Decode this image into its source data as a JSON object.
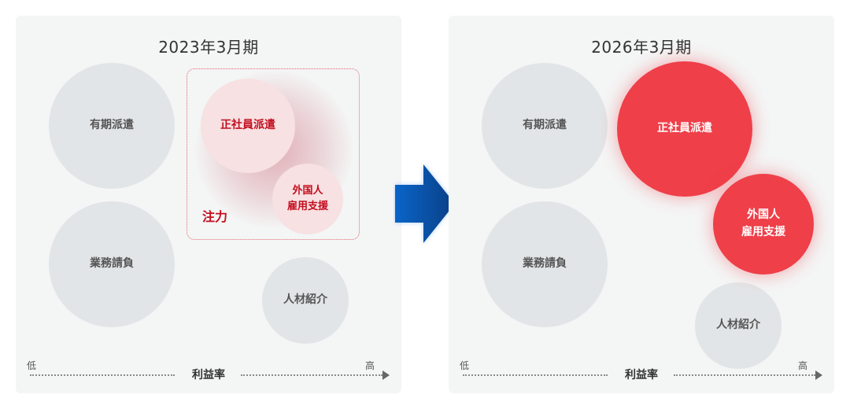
{
  "panels": [
    {
      "title": "2023年3月期",
      "bubbles": [
        {
          "label": "有期派遣",
          "style": "grey"
        },
        {
          "label": "業務請負",
          "style": "grey"
        },
        {
          "label": "人材紹介",
          "style": "grey"
        },
        {
          "label": "正社員派遣",
          "style": "pink"
        },
        {
          "label": "外国人\n雇用支援",
          "style": "pink"
        }
      ],
      "focus_label": "注力",
      "axis": {
        "low": "低",
        "high": "高",
        "label": "利益率"
      }
    },
    {
      "title": "2026年3月期",
      "bubbles": [
        {
          "label": "有期派遣",
          "style": "grey"
        },
        {
          "label": "業務請負",
          "style": "grey"
        },
        {
          "label": "人材紹介",
          "style": "grey"
        },
        {
          "label": "正社員派遣",
          "style": "red"
        },
        {
          "label": "外国人\n雇用支援",
          "style": "red"
        }
      ],
      "axis": {
        "low": "低",
        "high": "高",
        "label": "利益率"
      }
    }
  ],
  "colors": {
    "panel_bg": "#f4f5f5",
    "grey_bubble": "#e2e5e7",
    "pink_bubble": "#f7e1e2",
    "accent_red": "#ef3f49",
    "focus_text": "#c40d1e",
    "arrow_blue": "#0a64c8"
  },
  "icons": {
    "transition": "right-arrow-icon"
  }
}
